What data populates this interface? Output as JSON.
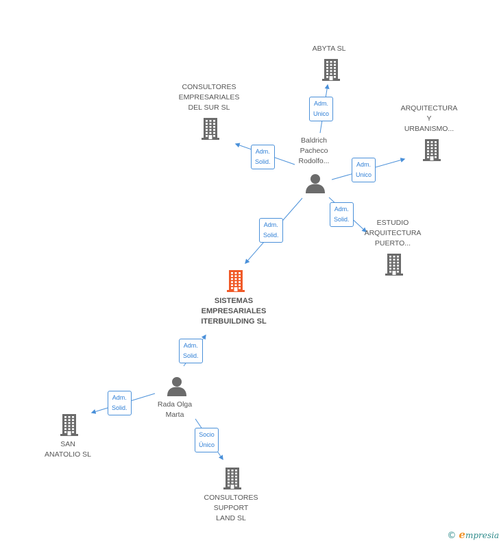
{
  "colors": {
    "edge": "#4a90d9",
    "building": "#6b6b6b",
    "building_main": "#f05a28",
    "person": "#6b6b6b",
    "label_text": "#555555",
    "edge_label_text": "#2f7fd6"
  },
  "nodes": {
    "abyta": {
      "type": "company",
      "label": "ABYTA SL"
    },
    "consultores_sur": {
      "type": "company",
      "label": "CONSULTORES\nEMPRESARIALES\nDEL SUR SL"
    },
    "arquitectura": {
      "type": "company",
      "label": "ARQUITECTURA\nY\nURBANISMO..."
    },
    "baldrich": {
      "type": "person",
      "label": "Baldrich\nPacheco\nRodolfo..."
    },
    "estudio": {
      "type": "company",
      "label": "ESTUDIO\nARQUITECTURA\nPUERTO..."
    },
    "sistemas": {
      "type": "company_main",
      "label": "SISTEMAS\nEMPRESARIALES\nITERBUILDING SL"
    },
    "rada": {
      "type": "person",
      "label": "Rada Olga\nMarta"
    },
    "san_anatolio": {
      "type": "company",
      "label": "SAN\nANATOLIO SL"
    },
    "consultores_support": {
      "type": "company",
      "label": "CONSULTORES\nSUPPORT\nLAND SL"
    }
  },
  "edges": [
    {
      "from": "baldrich",
      "to": "abyta",
      "label": "Adm.\nUnico"
    },
    {
      "from": "baldrich",
      "to": "consultores_sur",
      "label": "Adm.\nSolid."
    },
    {
      "from": "baldrich",
      "to": "arquitectura",
      "label": "Adm.\nUnico"
    },
    {
      "from": "baldrich",
      "to": "estudio",
      "label": "Adm.\nSolid."
    },
    {
      "from": "baldrich",
      "to": "sistemas",
      "label": "Adm.\nSolid."
    },
    {
      "from": "rada",
      "to": "sistemas",
      "label": "Adm.\nSolid."
    },
    {
      "from": "rada",
      "to": "san_anatolio",
      "label": "Adm.\nSolid."
    },
    {
      "from": "rada",
      "to": "consultores_support",
      "label": "Socio\nÚnico"
    }
  ],
  "footer": {
    "copyright_symbol": "©",
    "brand_e": "e",
    "brand_rest": "mpresia"
  }
}
